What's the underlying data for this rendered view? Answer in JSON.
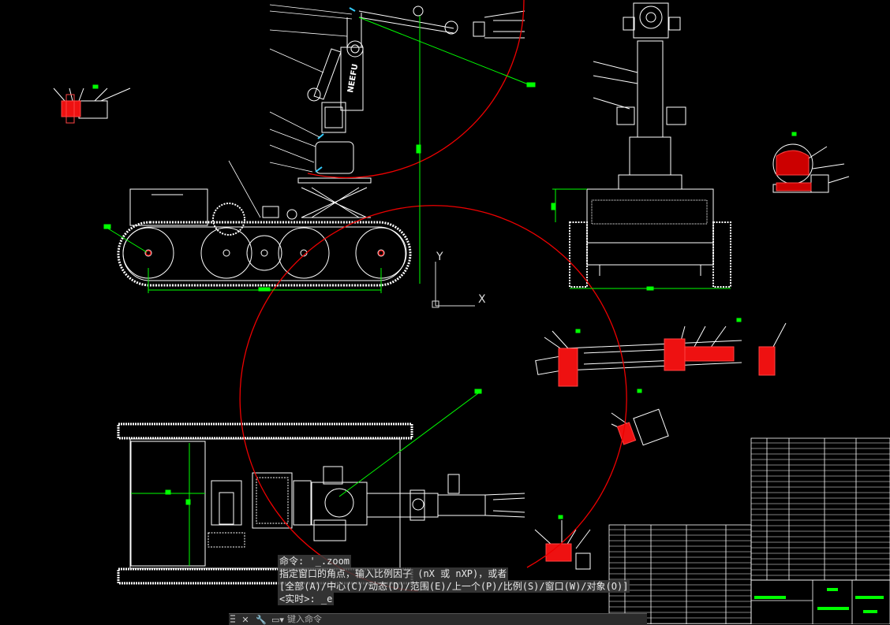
{
  "ucs": {
    "x_label": "X",
    "y_label": "Y"
  },
  "drawing": {
    "arm_brand": "NEEFU"
  },
  "command_history": [
    "命令: '_.zoom",
    "指定窗口的角点，输入比例因子 (nX 或 nXP)，或者",
    "[全部(A)/中心(C)/动态(D)/范围(E)/上一个(P)/比例(S)/窗口(W)/对象(O)]",
    "<实时>: _e"
  ],
  "command_bar": {
    "close_glyph": "✕",
    "tool_glyph": "🔧",
    "menu_glyph": "▭▾",
    "placeholder": "键入命令"
  },
  "colors": {
    "background": "#000000",
    "geometry": "#ffffff",
    "dimension": "#00ff00",
    "section": "#ff0000"
  }
}
